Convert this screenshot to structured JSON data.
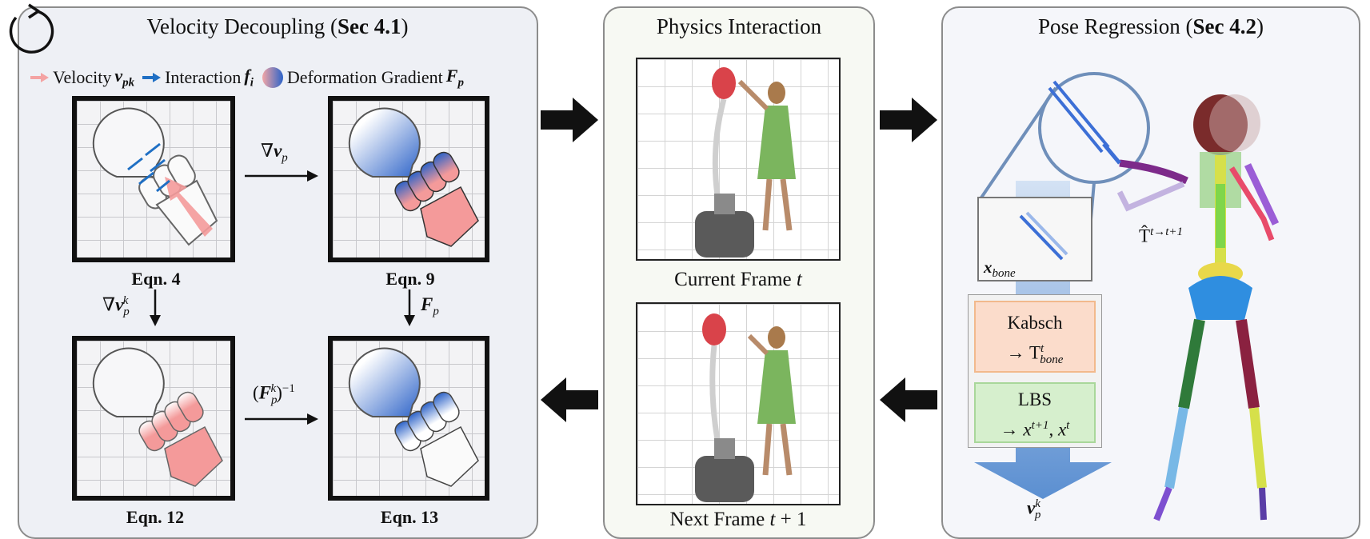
{
  "colors": {
    "velocity": "#f4a3a3",
    "interaction": "#1f6fc4",
    "gradient_start": "#f3a6a6",
    "gradient_end": "#2d63c8",
    "fist": "#f49a9a",
    "kabsch_fill": "#fbdccb",
    "lbs_fill": "#d6efcd"
  },
  "velocity_panel": {
    "title": "Velocity Decoupling (",
    "title_ref": "Sec 4.1",
    "title_close": ")",
    "legend": {
      "velocity_label": "Velocity",
      "velocity_symbol": "v",
      "velocity_sub": "pk",
      "interaction_label": "Interaction",
      "interaction_symbol": "f",
      "interaction_sub": "i",
      "gradient_label": "Deformation Gradient",
      "gradient_symbol": "F",
      "gradient_sub": "p"
    },
    "equations": [
      "Eqn. 4",
      "Eqn. 9",
      "Eqn. 12",
      "Eqn. 13"
    ],
    "arrow_right_top": "∇",
    "arrow_right_top_sym": "v",
    "arrow_right_top_sub": "p",
    "arrow_down_left": "∇",
    "arrow_down_left_sym": "v",
    "arrow_down_left_sub": "p",
    "arrow_down_left_sup": "k",
    "arrow_down_right_sym": "F",
    "arrow_down_right_sub": "p",
    "arrow_right_bottom_open": "(",
    "arrow_right_bottom_sym": "F",
    "arrow_right_bottom_sub": "p",
    "arrow_right_bottom_sup": "k",
    "arrow_right_bottom_close": ")",
    "arrow_right_bottom_exp": "−1"
  },
  "physics_panel": {
    "title": "Physics Interaction",
    "current_caption": "Current Frame ",
    "current_var": "t",
    "next_caption": "Next Frame ",
    "next_var": "t",
    "next_suffix": " + 1"
  },
  "pose_panel": {
    "title": "Pose Regression (",
    "title_ref": "Sec 4.2",
    "title_close": ")",
    "bone_label": "x",
    "bone_sub": "bone",
    "kabsch_title": "Kabsch",
    "kabsch_arrow": "→ T",
    "kabsch_sub": "bone",
    "kabsch_sup": "t",
    "lbs_title": "LBS",
    "lbs_arrow": "→ ",
    "lbs_x1": "x",
    "lbs_sup1": "t+1",
    "lbs_sep": ", ",
    "lbs_x2": "x",
    "lbs_sup2": "t",
    "transform_label": "T̂",
    "transform_sup": "t→t+1",
    "output_sym": "v",
    "output_sub": "p",
    "output_sup": "k"
  }
}
